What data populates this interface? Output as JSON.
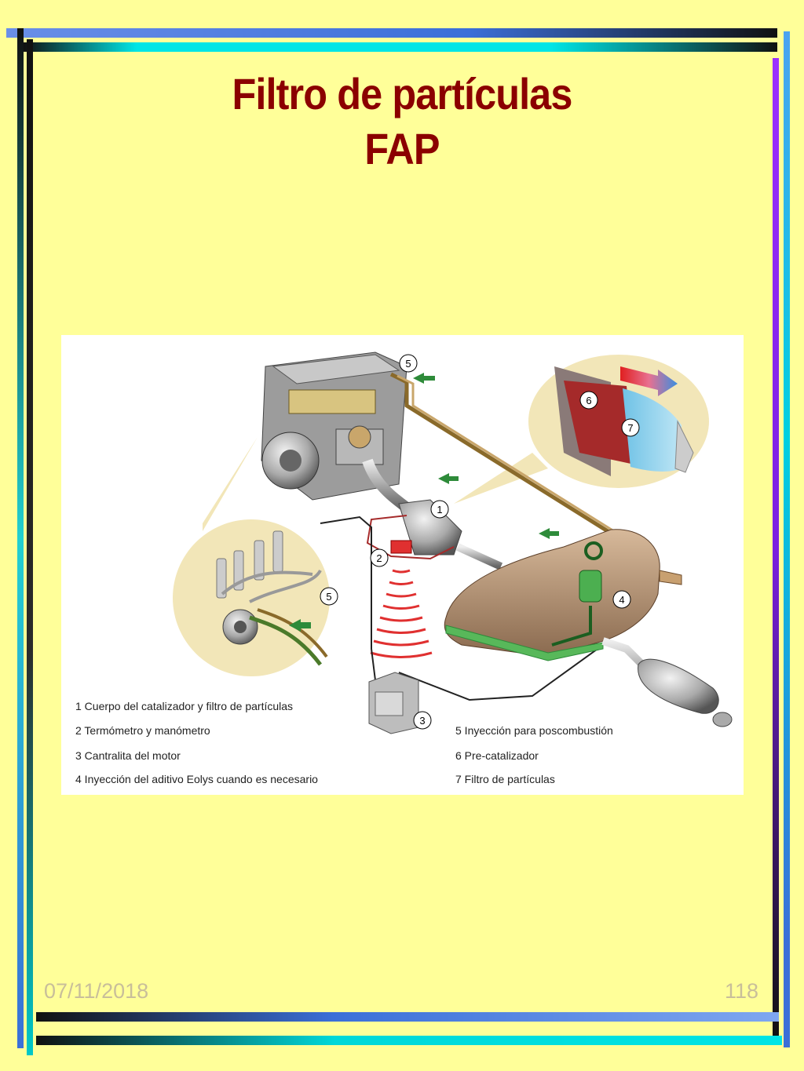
{
  "slide": {
    "title_line1": "Filtro de partículas",
    "title_line2": "FAP",
    "date": "07/11/2018",
    "page_number": "118"
  },
  "diagram": {
    "callouts": [
      "1",
      "2",
      "3",
      "4",
      "5",
      "5",
      "6",
      "7"
    ],
    "legend_left": [
      "1 Cuerpo del catalizador y filtro de partículas",
      "2 Termómetro y manómetro",
      "3 Cantralita del motor",
      "4 Inyección del aditivo Eolys cuando es necesario"
    ],
    "legend_right": [
      "5 Inyección para poscombustión",
      "6 Pre-catalizador",
      "7 Filtro de partículas"
    ]
  },
  "colors": {
    "background": "#FFFF99",
    "title": "#8B0000",
    "footer_text": "#C8BE9A",
    "flow_arrow": "#2E8B3A",
    "pre_catalyst": "#A52A2A",
    "particle_filter": "#8FD0EC"
  }
}
